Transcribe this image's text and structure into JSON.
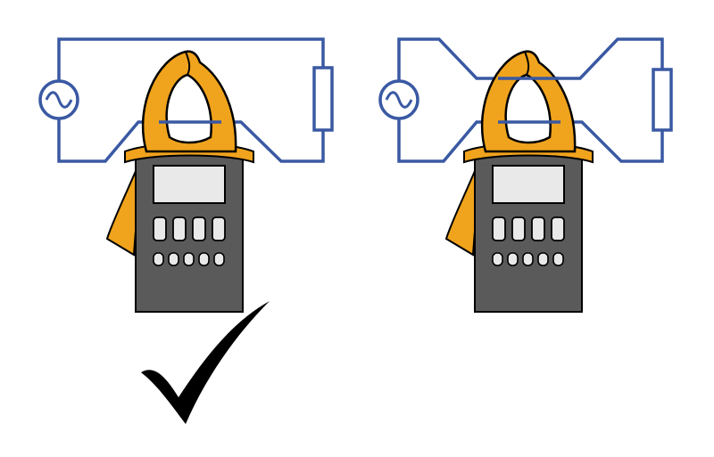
{
  "colors": {
    "wire": "#3a59a3",
    "clamp": "#f0a31c",
    "meter_body": "#5a5a5a",
    "display": "#e9e9e9",
    "outline": "#000000",
    "check": "#000000",
    "background": "#ffffff"
  },
  "panels": [
    {
      "id": "correct",
      "wiring": "single-conductor"
    },
    {
      "id": "incorrect",
      "wiring": "both-conductors"
    }
  ],
  "icons": {
    "source": "ac-source-icon",
    "load": "resistor-icon",
    "meter": "clamp-meter-icon",
    "mark": "checkmark-icon"
  }
}
